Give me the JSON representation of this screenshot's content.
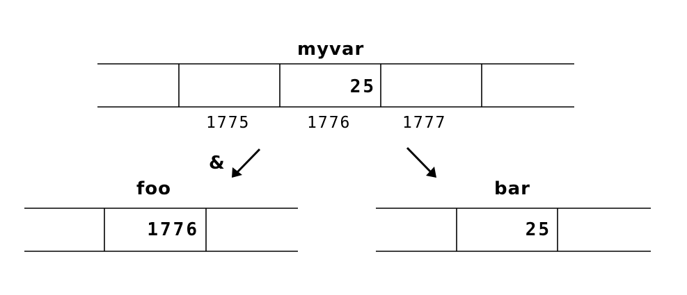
{
  "myvar": {
    "name": "myvar",
    "value": "25"
  },
  "addresses": [
    "1775",
    "1776",
    "1777"
  ],
  "address_operator": "&",
  "foo": {
    "name": "foo",
    "value": "1776"
  },
  "bar": {
    "name": "bar",
    "value": "25"
  }
}
